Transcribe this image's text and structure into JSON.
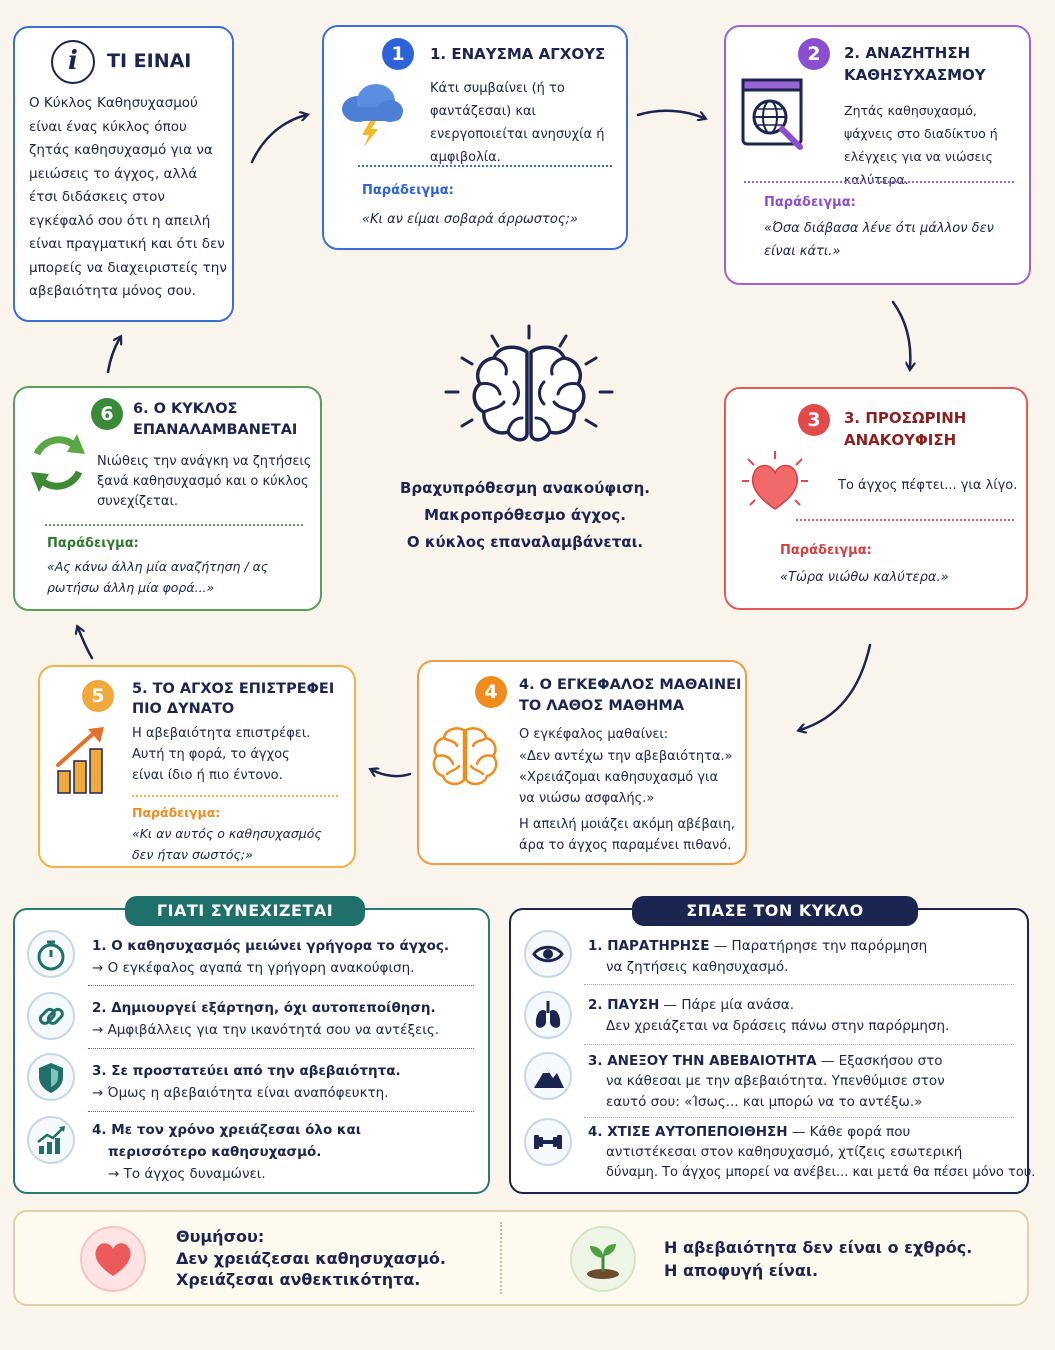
{
  "what": {
    "title": "ΤΙ ΕΙΝΑΙ",
    "text": "Ο Κύκλος Καθησυχασμού είναι ένας κύκλος όπου ζητάς καθησυχασμό για να μειώσεις το άγχος, αλλά έτσι διδάσκεις στον εγκέφαλό σου ότι η απειλή είναι πραγματική και ότι δεν μπορείς να διαχειριστείς την αβεβαιότητα μόνος σου."
  },
  "steps": [
    {
      "num": "1",
      "title": "1. ΕΝΑΥΣΜΑ ΑΓΧΟΥΣ",
      "text": "Κάτι συμβαίνει (ή το φαντάζεσαι) και ενεργοποιείται ανησυχία ή αμφιβολία.",
      "ex_label": "Παράδειγμα:",
      "ex_text": "«Κι αν είμαι σοβαρά άρρωστος;»",
      "color": "#2e63d8"
    },
    {
      "num": "2",
      "title": "2. ΑΝΑΖΗΤΗΣΗ ΚΑΘΗΣΥΧΑΣΜΟΥ",
      "text": "Ζητάς καθησυχασμό, ψάχνεις στο διαδίκτυο ή ελέγχεις για να νιώσεις καλύτερα.",
      "ex_label": "Παράδειγμα:",
      "ex_text": "«Όσα διάβασα λένε ότι μάλλον δεν είναι κάτι.»",
      "color": "#8a4fd0"
    },
    {
      "num": "3",
      "title": "3. ΠΡΟΣΩΡΙΝΗ ΑΝΑΚΟΥΦΙΣΗ",
      "text": "Το άγχος πέφτει... για λίγο.",
      "ex_label": "Παράδειγμα:",
      "ex_text": "«Τώρα νιώθω καλύτερα.»",
      "color": "#e24a4a"
    },
    {
      "num": "4",
      "title": "4. Ο ΕΓΚΕΦΑΛΟΣ ΜΑΘΑΙΝΕΙ ΤΟ ΛΑΘΟΣ ΜΑΘΗΜΑ",
      "text1": "Ο εγκέφαλος μαθαίνει:",
      "text2": "«Δεν αντέχω την αβεβαιότητα.»",
      "text3": "«Χρειάζομαι καθησυχασμό για να νιώσω ασφαλής.»",
      "text4": "Η απειλή μοιάζει ακόμη αβέβαιη, άρα το άγχος παραμένει πιθανό.",
      "color": "#f08c1e"
    },
    {
      "num": "5",
      "title": "5. ΤΟ ΑΓΧΟΣ ΕΠΙΣΤΡΕΦΕΙ ΠΙΟ ΔΥΝΑΤΟ",
      "text": "Η αβεβαιότητα επιστρέφει. Αυτή τη φορά, το άγχος είναι ίδιο ή πιο έντονο.",
      "ex_label": "Παράδειγμα:",
      "ex_text": "«Κι αν αυτός ο καθησυχασμός δεν ήταν σωστός;»",
      "color": "#f2a93b"
    },
    {
      "num": "6",
      "title": "6. Ο ΚΥΚΛΟΣ ΕΠΑΝΑΛΑΜΒΑΝΕΤΑΙ",
      "text": "Νιώθεις την ανάγκη να ζητήσεις ξανά καθησυχασμό και ο κύκλος συνεχίζεται.",
      "ex_label": "Παράδειγμα:",
      "ex_text": "«Ας κάνω άλλη μία αναζήτηση / ας ρωτήσω άλλη μία φορά...»",
      "color": "#3a8a3a"
    }
  ],
  "center": {
    "line1": "Βραχυπρόθεσμη ανακούφιση.",
    "line2": "Μακροπρόθεσμο άγχος.",
    "line3": "Ο κύκλος επαναλαμβάνεται."
  },
  "why": {
    "header": "ΓΙΑΤΙ ΣΥΝΕΧΙΖΕΤΑΙ",
    "items": [
      {
        "icon": "stopwatch-icon",
        "title": "1. Ο καθησυχασμός μειώνει γρήγορα το άγχος.",
        "sub": "→ Ο εγκέφαλος αγαπά τη γρήγορη ανακούφιση."
      },
      {
        "icon": "chain-link-icon",
        "title": "2. Δημιουργεί εξάρτηση, όχι αυτοπεποίθηση.",
        "sub": "→ Αμφιβάλλεις για την ικανότητά σου να αντέξεις."
      },
      {
        "icon": "shield-icon",
        "title": "3. Σε προστατεύει από την αβεβαιότητα.",
        "sub": "→ Όμως η αβεβαιότητα είναι αναπόφευκτη."
      },
      {
        "icon": "growth-chart-icon",
        "title": "4. Με τον χρόνο χρειάζεσαι όλο και",
        "title2": "περισσότερο καθησυχασμό.",
        "sub": "→ Το άγχος δυναμώνει."
      }
    ]
  },
  "break": {
    "header": "ΣΠΑΣΕ ΤΟΝ ΚΥΚΛΟ",
    "items": [
      {
        "icon": "eye-icon",
        "bold": "1. ΠΑΡΑΤΗΡΗΣΕ",
        "rest": " — Παρατήρησε την παρόρμηση",
        "line2": "να ζητήσεις καθησυχασμό."
      },
      {
        "icon": "lungs-icon",
        "bold": "2. ΠΑΥΣΗ",
        "rest": " — Πάρε μία ανάσα.",
        "line2": "Δεν χρειάζεται να δράσεις πάνω στην παρόρμηση."
      },
      {
        "icon": "mountain-icon",
        "bold": "3. ΑΝΕΞΟΥ ΤΗΝ ΑΒΕΒΑΙΟΤΗΤΑ",
        "rest": " — Εξασκήσου στο",
        "line2": "να κάθεσαι με την αβεβαιότητα. Υπενθύμισε στον",
        "line3": "εαυτό σου: «Ίσως... και μπορώ να το αντέξω.»"
      },
      {
        "icon": "dumbbell-icon",
        "bold": "4. ΧΤΙΣΕ ΑΥΤΟΠΕΠΟΙΘΗΣΗ",
        "rest": " — Κάθε φορά που",
        "line2": "αντιστέκεσαι στον καθησυχασμό, χτίζεις εσωτερική",
        "line3": "δύναμη. Το άγχος μπορεί να ανέβει... και μετά θα πέσει μόνο του."
      }
    ]
  },
  "footer": {
    "left1": "Θυμήσου:",
    "left2": "Δεν χρειάζεσαι καθησυχασμό.",
    "left3": "Χρειάζεσαι ανθεκτικότητα.",
    "right1": "Η αβεβαιότητα δεν είναι ο εχθρός.",
    "right2": "Η αποφυγή είναι."
  },
  "colors": {
    "navy": "#1c2450",
    "teal": "#1f6f6a",
    "blue": "#2e63d8",
    "purple": "#8a4fd0",
    "red": "#e24a4a",
    "orange": "#f08c1e",
    "yellow": "#f2a93b",
    "green": "#3a8a3a"
  }
}
